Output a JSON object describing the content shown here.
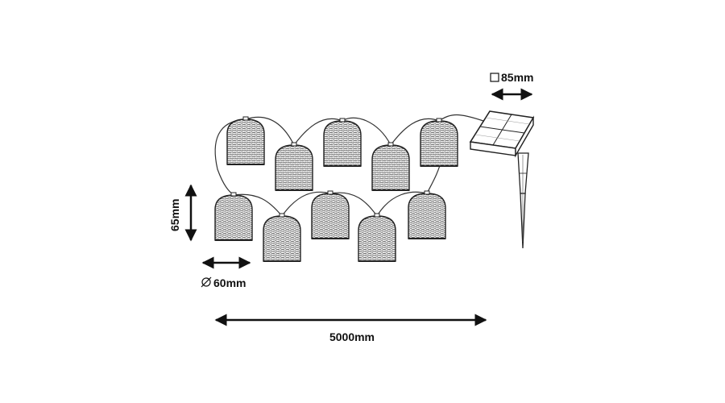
{
  "dimensions": {
    "panel_size": "85mm",
    "lantern_height": "65mm",
    "lantern_diameter": "60mm",
    "total_length": "5000mm"
  },
  "symbols": {
    "square": "square-symbol",
    "diameter": "diameter-symbol"
  },
  "colors": {
    "line": "#222222",
    "panel": "#ffffff"
  }
}
